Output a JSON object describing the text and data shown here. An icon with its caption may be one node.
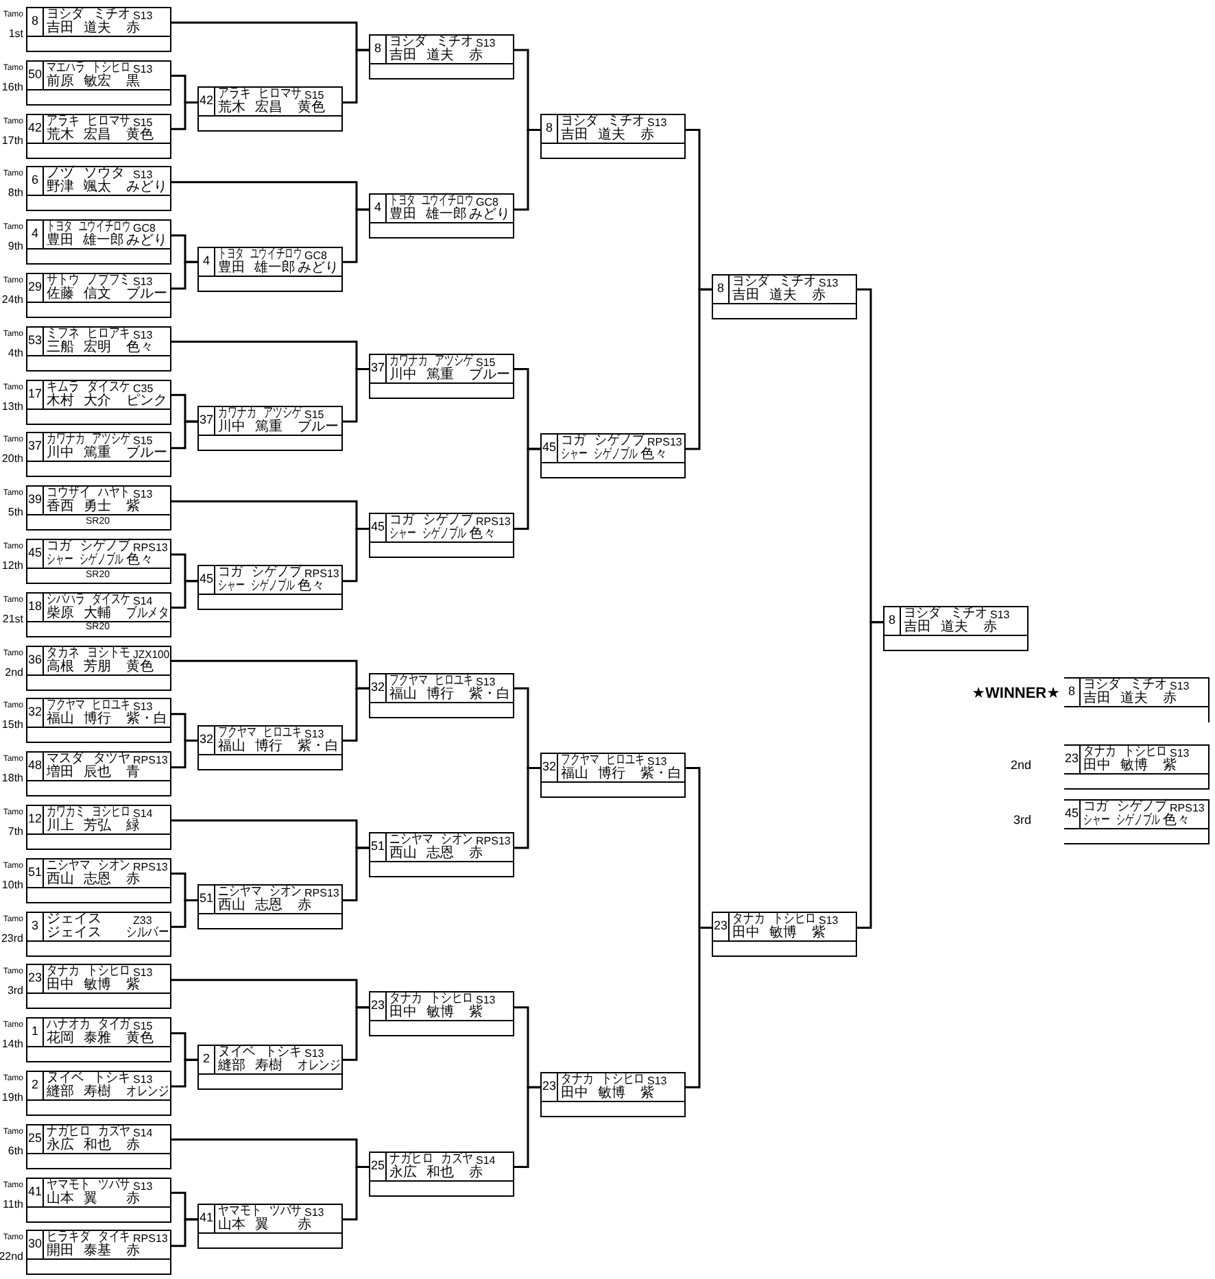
{
  "diagram": {
    "nodes": [
      {
        "text": [
          "8",
          "ヨシダ ミチオ",
          "S13",
          "吉田 道夫",
          "赤"
        ],
        "beside": [
          "Tamo",
          "1st"
        ]
      },
      {
        "text": [
          "50",
          "マエハラ トシヒロ",
          "S13",
          "前原 敏宏",
          "黒"
        ],
        "beside": [
          "Tamo",
          "16th"
        ]
      },
      {
        "text": [
          "42",
          "アラキ ヒロマサ",
          "S15",
          "荒木 宏昌",
          "黄色"
        ],
        "beside": [
          "Tamo",
          "17th"
        ]
      },
      {
        "text": [
          "6",
          "ノヅ ソウタ",
          "S13",
          "野津 颯太",
          "みどり"
        ],
        "beside": [
          "Tamo",
          "8th"
        ]
      },
      {
        "text": [
          "4",
          "トヨタ ユウイチロウ",
          "GC8",
          "豊田 雄一郎",
          "みどり"
        ],
        "beside": [
          "Tamo",
          "9th"
        ]
      },
      {
        "text": [
          "29",
          "サトウ ノブフミ",
          "S13",
          "佐藤 信文",
          "ブルー"
        ],
        "beside": [
          "Tamo",
          "24th"
        ]
      },
      {
        "text": [
          "53",
          "ミフネ ヒロアキ",
          "S13",
          "三船 宏明",
          "色々"
        ],
        "beside": [
          "Tamo",
          "4th"
        ]
      },
      {
        "text": [
          "17",
          "キムラ ダイスケ",
          "C35",
          "木村 大介",
          "ピンク"
        ],
        "beside": [
          "Tamo",
          "13th"
        ]
      },
      {
        "text": [
          "37",
          "カワナカ アツシゲ",
          "S15",
          "川中 篤重",
          "ブルー"
        ],
        "beside": [
          "Tamo",
          "20th"
        ]
      },
      {
        "text": [
          "39",
          "コウザイ ハヤト",
          "S13",
          "香西 勇士",
          "紫",
          "SR20"
        ],
        "beside": [
          "Tamo",
          "5th"
        ]
      },
      {
        "text": [
          "45",
          "コガ シゲノブ",
          "RPS13",
          "シャー シゲノブル",
          "色々",
          "SR20"
        ],
        "beside": [
          "Tamo",
          "12th"
        ]
      },
      {
        "text": [
          "18",
          "シバハラ ダイスケ",
          "S14",
          "柴原 大輔",
          "ブルメタ",
          "SR20"
        ],
        "beside": [
          "Tamo",
          "21st"
        ]
      },
      {
        "text": [
          "36",
          "タカネ ヨシトモ",
          "JZX100",
          "高根 芳朋",
          "黄色"
        ],
        "beside": [
          "Tamo",
          "2nd"
        ]
      },
      {
        "text": [
          "32",
          "フクヤマ ヒロユキ",
          "S13",
          "福山 博行",
          "紫・白"
        ],
        "beside": [
          "Tamo",
          "15th"
        ]
      },
      {
        "text": [
          "48",
          "マスダ タツヤ",
          "RPS13",
          "増田 辰也",
          "青"
        ],
        "beside": [
          "Tamo",
          "18th"
        ]
      },
      {
        "text": [
          "12",
          "カワカミ ヨシヒロ",
          "S14",
          "川上 芳弘",
          "緑"
        ],
        "beside": [
          "Tamo",
          "7th"
        ]
      },
      {
        "text": [
          "51",
          "ニシヤマ シオン",
          "RPS13",
          "西山 志恩",
          "赤"
        ],
        "beside": [
          "Tamo",
          "10th"
        ]
      },
      {
        "text": [
          "3",
          "ジェイス",
          "Z33",
          "ジェイス",
          "シルバー"
        ],
        "beside": [
          "Tamo",
          "23rd"
        ]
      },
      {
        "text": [
          "23",
          "タナカ トシヒロ",
          "S13",
          "田中 敏博",
          "紫"
        ],
        "beside": [
          "Tamo",
          "3rd"
        ]
      },
      {
        "text": [
          "1",
          "ハナオカ タイガ",
          "S15",
          "花岡 泰雅",
          "黄色"
        ],
        "beside": [
          "Tamo",
          "14th"
        ]
      },
      {
        "text": [
          "2",
          "ヌイベ トシキ",
          "S13",
          "縫部 寿樹",
          "オレンジ"
        ],
        "beside": [
          "Tamo",
          "19th"
        ]
      },
      {
        "text": [
          "25",
          "ナガヒロ カズヤ",
          "S14",
          "永広 和也",
          "赤"
        ],
        "beside": [
          "Tamo",
          "6th"
        ]
      },
      {
        "text": [
          "41",
          "ヤマモト ツバサ",
          "S13",
          "山本 翼",
          "赤"
        ],
        "beside": [
          "Tamo",
          "11th"
        ]
      },
      {
        "text": [
          "30",
          "ヒラキダ タイキ",
          "RPS13",
          "開田 泰基",
          "赤"
        ],
        "beside": [
          "Tamo",
          "22nd"
        ]
      },
      {
        "text": [
          "42",
          "アラキ ヒロマサ",
          "S15",
          "荒木 宏昌",
          "黄色"
        ]
      },
      {
        "text": [
          "4",
          "トヨタ ユウイチロウ",
          "GC8",
          "豊田 雄一郎",
          "みどり"
        ]
      },
      {
        "text": [
          "37",
          "カワナカ アツシゲ",
          "S15",
          "川中 篤重",
          "ブルー"
        ]
      },
      {
        "text": [
          "45",
          "コガ シゲノブ",
          "RPS13",
          "シャー シゲノブル",
          "色々"
        ]
      },
      {
        "text": [
          "32",
          "フクヤマ ヒロユキ",
          "S13",
          "福山 博行",
          "紫・白"
        ]
      },
      {
        "text": [
          "51",
          "ニシヤマ シオン",
          "RPS13",
          "西山 志恩",
          "赤"
        ]
      },
      {
        "text": [
          "2",
          "ヌイベ トシキ",
          "S13",
          "縫部 寿樹",
          "オレンジ"
        ]
      },
      {
        "text": [
          "41",
          "ヤマモト ツバサ",
          "S13",
          "山本 翼",
          "赤"
        ]
      },
      {
        "text": [
          "8",
          "ヨシダ ミチオ",
          "S13",
          "吉田 道夫",
          "赤"
        ]
      },
      {
        "text": [
          "4",
          "トヨタ ユウイチロウ",
          "GC8",
          "豊田 雄一郎",
          "みどり"
        ]
      },
      {
        "text": [
          "37",
          "カワナカ アツシゲ",
          "S15",
          "川中 篤重",
          "ブルー"
        ]
      },
      {
        "text": [
          "45",
          "コガ シゲノブ",
          "RPS13",
          "シャー シゲノブル",
          "色々"
        ]
      },
      {
        "text": [
          "32",
          "フクヤマ ヒロユキ",
          "S13",
          "福山 博行",
          "紫・白"
        ]
      },
      {
        "text": [
          "51",
          "ニシヤマ シオン",
          "RPS13",
          "西山 志恩",
          "赤"
        ]
      },
      {
        "text": [
          "23",
          "タナカ トシヒロ",
          "S13",
          "田中 敏博",
          "紫"
        ]
      },
      {
        "text": [
          "25",
          "ナガヒロ カズヤ",
          "S14",
          "永広 和也",
          "赤"
        ]
      },
      {
        "text": [
          "8",
          "ヨシダ ミチオ",
          "S13",
          "吉田 道夫",
          "赤"
        ]
      },
      {
        "text": [
          "45",
          "コガ シゲノブ",
          "RPS13",
          "シャー シゲノブル",
          "色々"
        ]
      },
      {
        "text": [
          "32",
          "フクヤマ ヒロユキ",
          "S13",
          "福山 博行",
          "紫・白"
        ]
      },
      {
        "text": [
          "23",
          "タナカ トシヒロ",
          "S13",
          "田中 敏博",
          "紫"
        ]
      },
      {
        "text": [
          "8",
          "ヨシダ ミチオ",
          "S13",
          "吉田 道夫",
          "赤"
        ]
      },
      {
        "text": [
          "23",
          "タナカ トシヒロ",
          "S13",
          "田中 敏博",
          "紫"
        ]
      },
      {
        "text": [
          "8",
          "ヨシダ ミチオ",
          "S13",
          "吉田 道夫",
          "赤"
        ]
      },
      {
        "text": [
          "8",
          "ヨシダ ミチオ",
          "S13",
          "吉田 道夫",
          "赤"
        ],
        "beside": [
          "★WINNER★"
        ]
      },
      {
        "text": [
          "23",
          "タナカ トシヒロ",
          "S13",
          "田中 敏博",
          "紫"
        ],
        "beside": [
          "2nd"
        ]
      },
      {
        "text": [
          "45",
          "コガ シゲノブ",
          "RPS13",
          "シャー シゲノブル",
          "色々"
        ],
        "beside": [
          "3rd"
        ]
      }
    ],
    "edges": [
      {
        "from": 1,
        "to": 24,
        "arrow": "none"
      },
      {
        "from": 2,
        "to": 24,
        "arrow": "none"
      },
      {
        "from": 4,
        "to": 25,
        "arrow": "none"
      },
      {
        "from": 5,
        "to": 25,
        "arrow": "none"
      },
      {
        "from": 7,
        "to": 26,
        "arrow": "none"
      },
      {
        "from": 8,
        "to": 26,
        "arrow": "none"
      },
      {
        "from": 10,
        "to": 27,
        "arrow": "none"
      },
      {
        "from": 11,
        "to": 27,
        "arrow": "none"
      },
      {
        "from": 13,
        "to": 28,
        "arrow": "none"
      },
      {
        "from": 14,
        "to": 28,
        "arrow": "none"
      },
      {
        "from": 16,
        "to": 29,
        "arrow": "none"
      },
      {
        "from": 17,
        "to": 29,
        "arrow": "none"
      },
      {
        "from": 19,
        "to": 30,
        "arrow": "none"
      },
      {
        "from": 20,
        "to": 30,
        "arrow": "none"
      },
      {
        "from": 22,
        "to": 31,
        "arrow": "none"
      },
      {
        "from": 23,
        "to": 31,
        "arrow": "none"
      },
      {
        "from": 0,
        "to": 32,
        "arrow": "none"
      },
      {
        "from": 24,
        "to": 32,
        "arrow": "none"
      },
      {
        "from": 3,
        "to": 33,
        "arrow": "none"
      },
      {
        "from": 25,
        "to": 33,
        "arrow": "none"
      },
      {
        "from": 6,
        "to": 34,
        "arrow": "none"
      },
      {
        "from": 26,
        "to": 34,
        "arrow": "none"
      },
      {
        "from": 9,
        "to": 35,
        "arrow": "none"
      },
      {
        "from": 27,
        "to": 35,
        "arrow": "none"
      },
      {
        "from": 12,
        "to": 36,
        "arrow": "none"
      },
      {
        "from": 28,
        "to": 36,
        "arrow": "none"
      },
      {
        "from": 15,
        "to": 37,
        "arrow": "none"
      },
      {
        "from": 29,
        "to": 37,
        "arrow": "none"
      },
      {
        "from": 18,
        "to": 38,
        "arrow": "none"
      },
      {
        "from": 30,
        "to": 38,
        "arrow": "none"
      },
      {
        "from": 21,
        "to": 39,
        "arrow": "none"
      },
      {
        "from": 31,
        "to": 39,
        "arrow": "none"
      },
      {
        "from": 32,
        "to": 40,
        "arrow": "none"
      },
      {
        "from": 33,
        "to": 40,
        "arrow": "none"
      },
      {
        "from": 34,
        "to": 41,
        "arrow": "none"
      },
      {
        "from": 35,
        "to": 41,
        "arrow": "none"
      },
      {
        "from": 36,
        "to": 42,
        "arrow": "none"
      },
      {
        "from": 37,
        "to": 42,
        "arrow": "none"
      },
      {
        "from": 38,
        "to": 43,
        "arrow": "none"
      },
      {
        "from": 39,
        "to": 43,
        "arrow": "none"
      },
      {
        "from": 40,
        "to": 44,
        "arrow": "none"
      },
      {
        "from": 41,
        "to": 44,
        "arrow": "none"
      },
      {
        "from": 42,
        "to": 45,
        "arrow": "none"
      },
      {
        "from": 43,
        "to": 45,
        "arrow": "none"
      },
      {
        "from": 44,
        "to": 46,
        "arrow": "none"
      },
      {
        "from": 45,
        "to": 46,
        "arrow": "none"
      }
    ]
  }
}
